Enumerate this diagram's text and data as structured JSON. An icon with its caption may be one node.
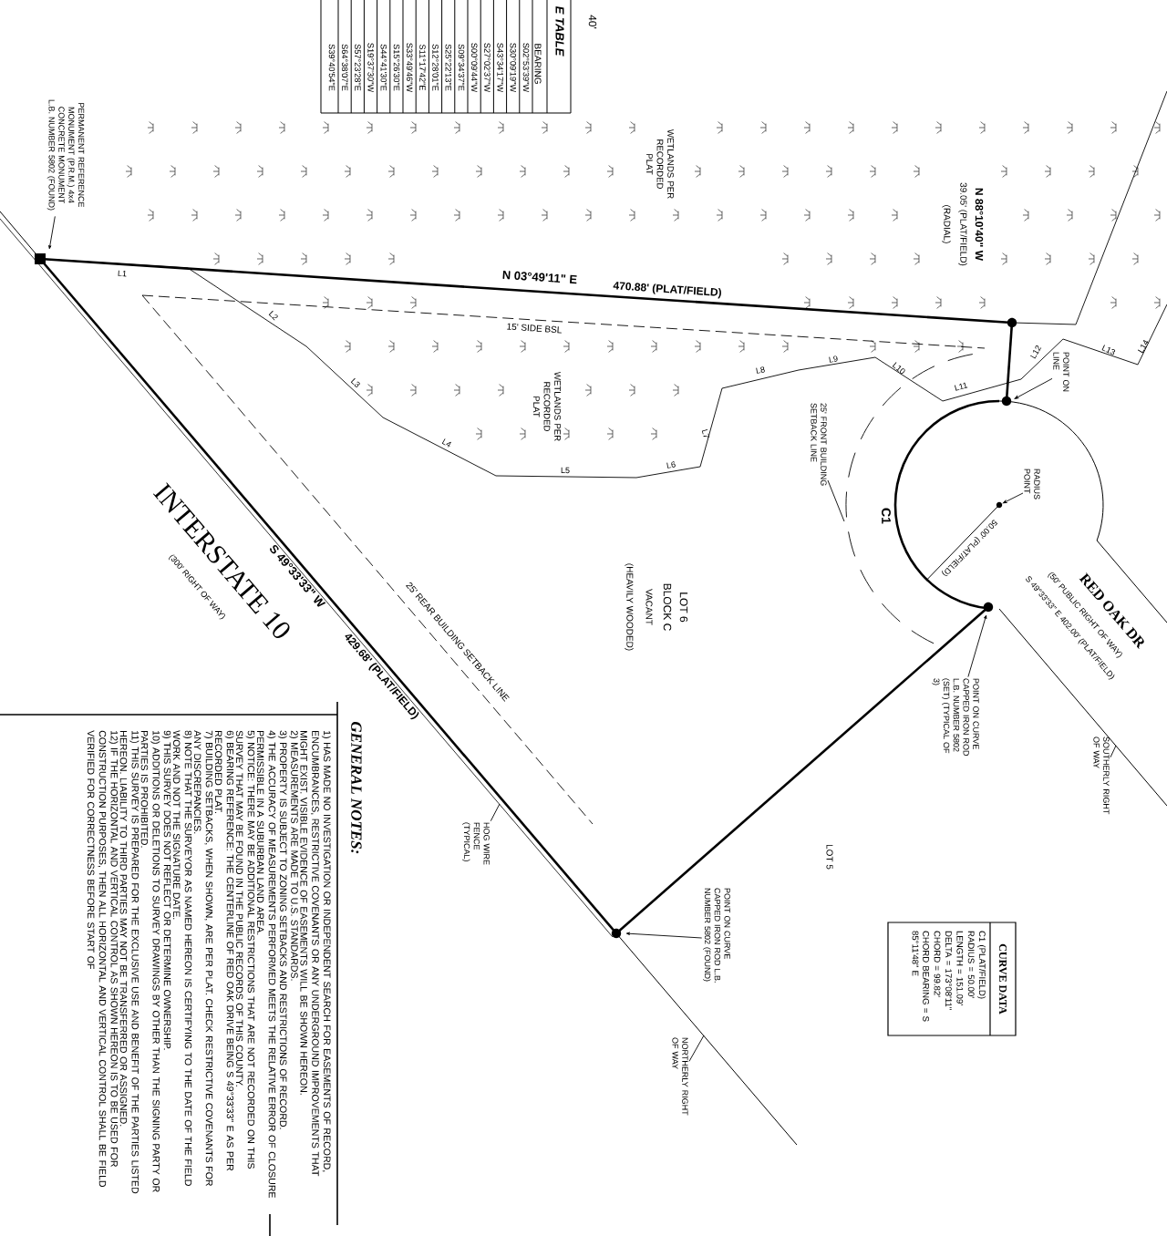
{
  "diagram": {
    "nodes": [
      {
        "text": [
          "PERMANENT REFERENCE MONUMENT (P.R.M.) 4x4 CONCRETE MONUMENT L.B. NUMBER 5802 (FOUND)"
        ]
      },
      {
        "text": [
          "POINT ON LINE"
        ]
      },
      {
        "text": [
          "RADIUS POINT"
        ]
      },
      {
        "text": [
          "25' FRONT BUILDING SETBACK LINE"
        ]
      },
      {
        "text": [
          "POINT ON CURVE CAPPED IRON ROD L.B. NUMBER 5802 (SET) (TYPICAL OF 3)"
        ]
      },
      {
        "text": [
          "POINT ON CURVE CAPPED IRON ROD L.B. NUMBER 5802 (FOUND)"
        ]
      },
      {
        "text": [
          "HOG WIRE FENCE (TYPICAL)"
        ]
      },
      {
        "text": [
          "SOUTHERLY RIGHT OF WAY"
        ]
      },
      {
        "text": [
          "NORTHERLY RIGHT OF WAY"
        ]
      },
      {
        "text": [
          "CURVE DATA",
          "C1 (PLAT/FIELD)",
          "RADIUS = 50.00'",
          "LENGTH = 151.09'",
          "DELTA = 173°08'11\"",
          "CHORD = 99.82'",
          "CHORD BEARING = S 85°11'48\" E"
        ]
      },
      {
        "text": [
          "GENERAL NOTES:",
          "1) HAS MADE NO INVESTIGATION OR INDEPENDENT SEARCH FOR EASEMENTS OF RECORD, ENCUMBRANCES, RESTRICTIVE COVENANTS OR ANY UNDERGROUND IMPROVEMENTS THAT MIGHT EXIST. VISIBLE EVIDENCE OF EASEMENTS WILL BE SHOWN HEREON.",
          "2) MEASUREMENTS ARE MADE TO U.S. STANDARDS.",
          "3) PROPERTY IS SUBJECT TO ZONING SETBACKS AND RESTRICTIONS OF RECORD.",
          "4) THE ACCURACY OF MEASUREMENTS PERFORMED MEETS THE RELATIVE ERROR OF CLOSURE PERMISSIBLE IN A SUBURBAN LAND AREA.",
          "5) NOTICE: THERE MAY BE ADDITIONAL RESTRICTIONS THAT ARE NOT RECORDED ON THIS SURVEY THAT MAY BE FOUND IN THE PUBLIC RECORDS OF THIS COUNTY.",
          "6) BEARING REFERENCE: THE CENTERLINE OF RED OAK DRIVE BEING S 49°33'33\" E AS PER RECORDED PLAT.",
          "7) BUILDING SETBACKS, WHEN SHOWN, ARE PER PLAT. CHECK RESTRICTIVE COVENANTS FOR ANY DISCREPANCIES.",
          "8) NOTE THAT THE SURVEYOR AS NAMED HEREON IS CERTIFYING TO THE DATE OF THE FIELD WORK AND NOT THE SIGNATURE DATE.",
          "9) THIS SURVEY DOES NOT REFLECT OR DETERMINE OWNERSHIP.",
          "10) ADDITIONS OR DELETIONS TO SURVEY DRAWINGS BY OTHER THAN THE SIGNING PARTY OR PARTIES IS PROHIBITED.",
          "11) THIS SURVEY IS PREPARED FOR THE EXCLUSIVE USE AND BENEFIT OF THE PARTIES LISTED HEREON. LIABILITY TO THIRD PARTIES MAY NOT BE TRANSFERRED OR ASSIGNED.",
          "12) IF THE HORIZONTAL AND VERTICAL CONTROL AS SHOWN HEREON IS TO BE USED FOR CONSTRUCTION PURPOSES, THEN ALL HORIZONTAL AND VERTICAL CONTROL SHALL BE FIELD VERIFIED FOR CORRECTNESS BEFORE START OF"
        ]
      },
      {
        "text": [],
        "shape": "circle"
      }
    ],
    "edges": [
      {
        "from": 0,
        "to": null,
        "arrow": "to"
      },
      {
        "from": 1,
        "to": null,
        "arrow": "to"
      },
      {
        "from": 2,
        "to": 11,
        "arrow": "to"
      },
      {
        "from": 3,
        "to": null,
        "arrow": "none"
      },
      {
        "from": 4,
        "to": null,
        "arrow": "to"
      },
      {
        "from": 5,
        "to": null,
        "arrow": "to"
      },
      {
        "from": 6,
        "to": null,
        "arrow": "none"
      },
      {
        "from": 7,
        "to": null,
        "arrow": "none"
      },
      {
        "from": 8,
        "to": null,
        "arrow": "none"
      }
    ],
    "labels": [
      "40'",
      "E TABLE",
      "BEARING",
      "S02°53'39\"W",
      "S30°09'19\"W",
      "S43°34'17\"W",
      "S27°02'37\"W",
      "S00°09'44\"W",
      "S09°34'37\"E",
      "S25°22'13\"E",
      "S12°28'01\"E",
      "S11°17'42\"E",
      "S33°49'46\"W",
      "S15°26'30\"E",
      "S44°41'30\"E",
      "S19°37'30\"W",
      "S57°23'28\"E",
      "S64°38'07\"E",
      "S39°40'54\"E",
      "N 03°49'11\" E",
      "470.88' (PLAT/FIELD)",
      "N 88°10'40\" W",
      "39.05' (PLAT/FIELD)",
      "(RADIAL)",
      "L1",
      "L2",
      "L3",
      "L4",
      "L5",
      "L6",
      "L7",
      "L8",
      "L9",
      "L10",
      "L11",
      "L12",
      "L13",
      "L14",
      "15' SIDE BSL",
      "WETLANDS PER RECORDED PLAT",
      "WETLANDS PER RECORDED PLAT",
      "25' REAR BUILDING SETBACK LINE",
      "INTERSTATE 10",
      "(300' RIGHT OF WAY)",
      "S 49°33'33\" W",
      "429.68' (PLAT/FIELD)",
      "LOT 6",
      "BLOCK C",
      "VACANT",
      "(HEAVILY WOODED)",
      "C1",
      "50.00' (PLAT/FIELD)",
      "RED OAK DR",
      "(50' PUBLIC RIGHT OF WAY)",
      "S 49°33'33\" E 402.00' (PLAT/FIELD)",
      "LOT 5"
    ]
  }
}
